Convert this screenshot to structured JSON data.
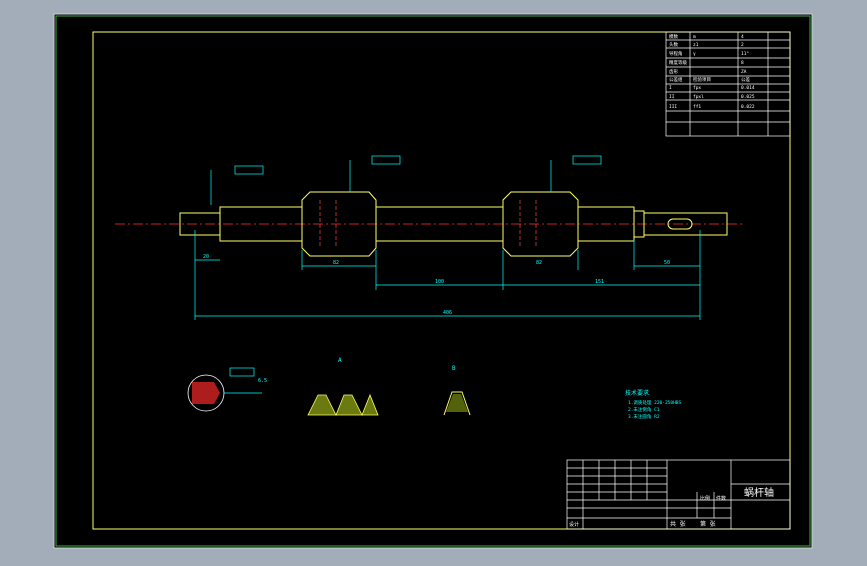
{
  "drawing": {
    "title_block": {
      "part_name": "蜗杆轴",
      "scale_text": "比例",
      "count_text": "件数",
      "note_small": "设计",
      "footer_left": "共 张",
      "footer_right": "第 张"
    },
    "dimensions": {
      "d_left_end": "20",
      "d_worm_left": "82",
      "d_mid": "100",
      "d_worm_right": "82",
      "d_right_span": "151",
      "d_right_end": "50",
      "d_total": "406"
    },
    "section_labels": {
      "keyway_value": "6.5",
      "tooth_profile": "A",
      "tooth_profile2": "B"
    },
    "tech_req_title": "技术要求",
    "tech_req_lines": [
      "1.调质处理 220-250HBS",
      "2.未注倒角 C1",
      "3.未注圆角 R2"
    ],
    "param_table": {
      "rows": [
        [
          "模数",
          "m",
          "4"
        ],
        [
          "头数",
          "z1",
          "2"
        ],
        [
          "导程角",
          "γ",
          "11°"
        ],
        [
          "精度等级",
          "",
          "8"
        ],
        [
          "齿形",
          "",
          "ZA"
        ],
        [
          "公差组",
          "检验项目",
          "公差"
        ],
        [
          "I",
          "fpx",
          "0.014"
        ],
        [
          "II",
          "fpxl",
          "0.025"
        ],
        [
          "III",
          "ff1",
          "0.022"
        ]
      ]
    }
  }
}
